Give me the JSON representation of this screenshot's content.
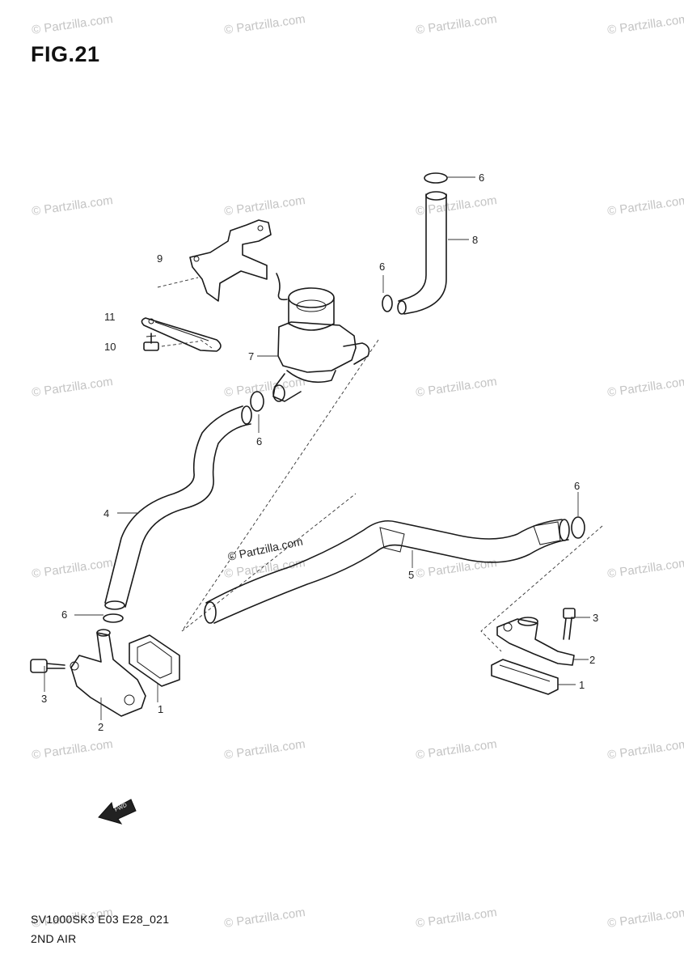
{
  "figure": {
    "title": "FIG.21",
    "code": "SV1000SK3 E03 E28_021",
    "name": "2ND AIR"
  },
  "watermark": {
    "text": "© Partzilla.com",
    "color": "#c4c4c4"
  },
  "center_watermark": "© Partzilla.com",
  "arrow_label": "FWD",
  "callouts": {
    "c1a": "1",
    "c1b": "1",
    "c2a": "2",
    "c2b": "2",
    "c3a": "3",
    "c3b": "3",
    "c4": "4",
    "c5": "5",
    "c6a": "6",
    "c6b": "6",
    "c6c": "6",
    "c6d": "6",
    "c6e": "6",
    "c7": "7",
    "c8": "8",
    "c9": "9",
    "c10": "10",
    "c11": "11"
  }
}
